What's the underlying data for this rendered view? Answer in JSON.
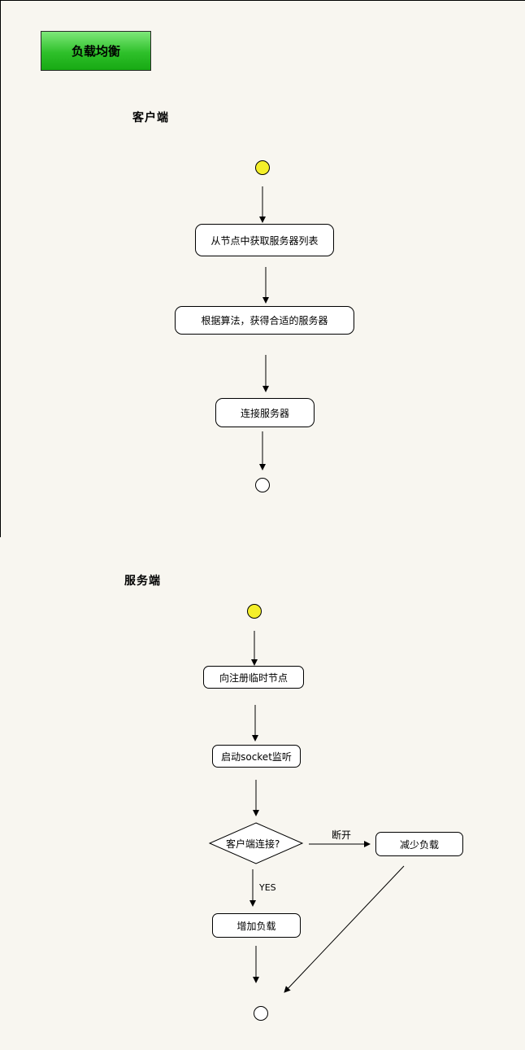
{
  "title": "负载均衡",
  "client": {
    "label": "客户端",
    "steps": [
      "从节点中获取服务器列表",
      "根据算法，获得合适的服务器",
      "连接服务器"
    ]
  },
  "server": {
    "label": "服务端",
    "steps": [
      "向注册临时节点",
      "启动socket监听"
    ],
    "decision": "客户端连接?",
    "yes_label": "YES",
    "disconnect_label": "断开",
    "increase": "增加负载",
    "decrease": "减少负载"
  },
  "colors": {
    "background": "#f8f6f0",
    "title_fill": "#2ec02a",
    "start_fill": "#f4ef2a",
    "node_fill": "#ffffff",
    "line": "#000000"
  }
}
